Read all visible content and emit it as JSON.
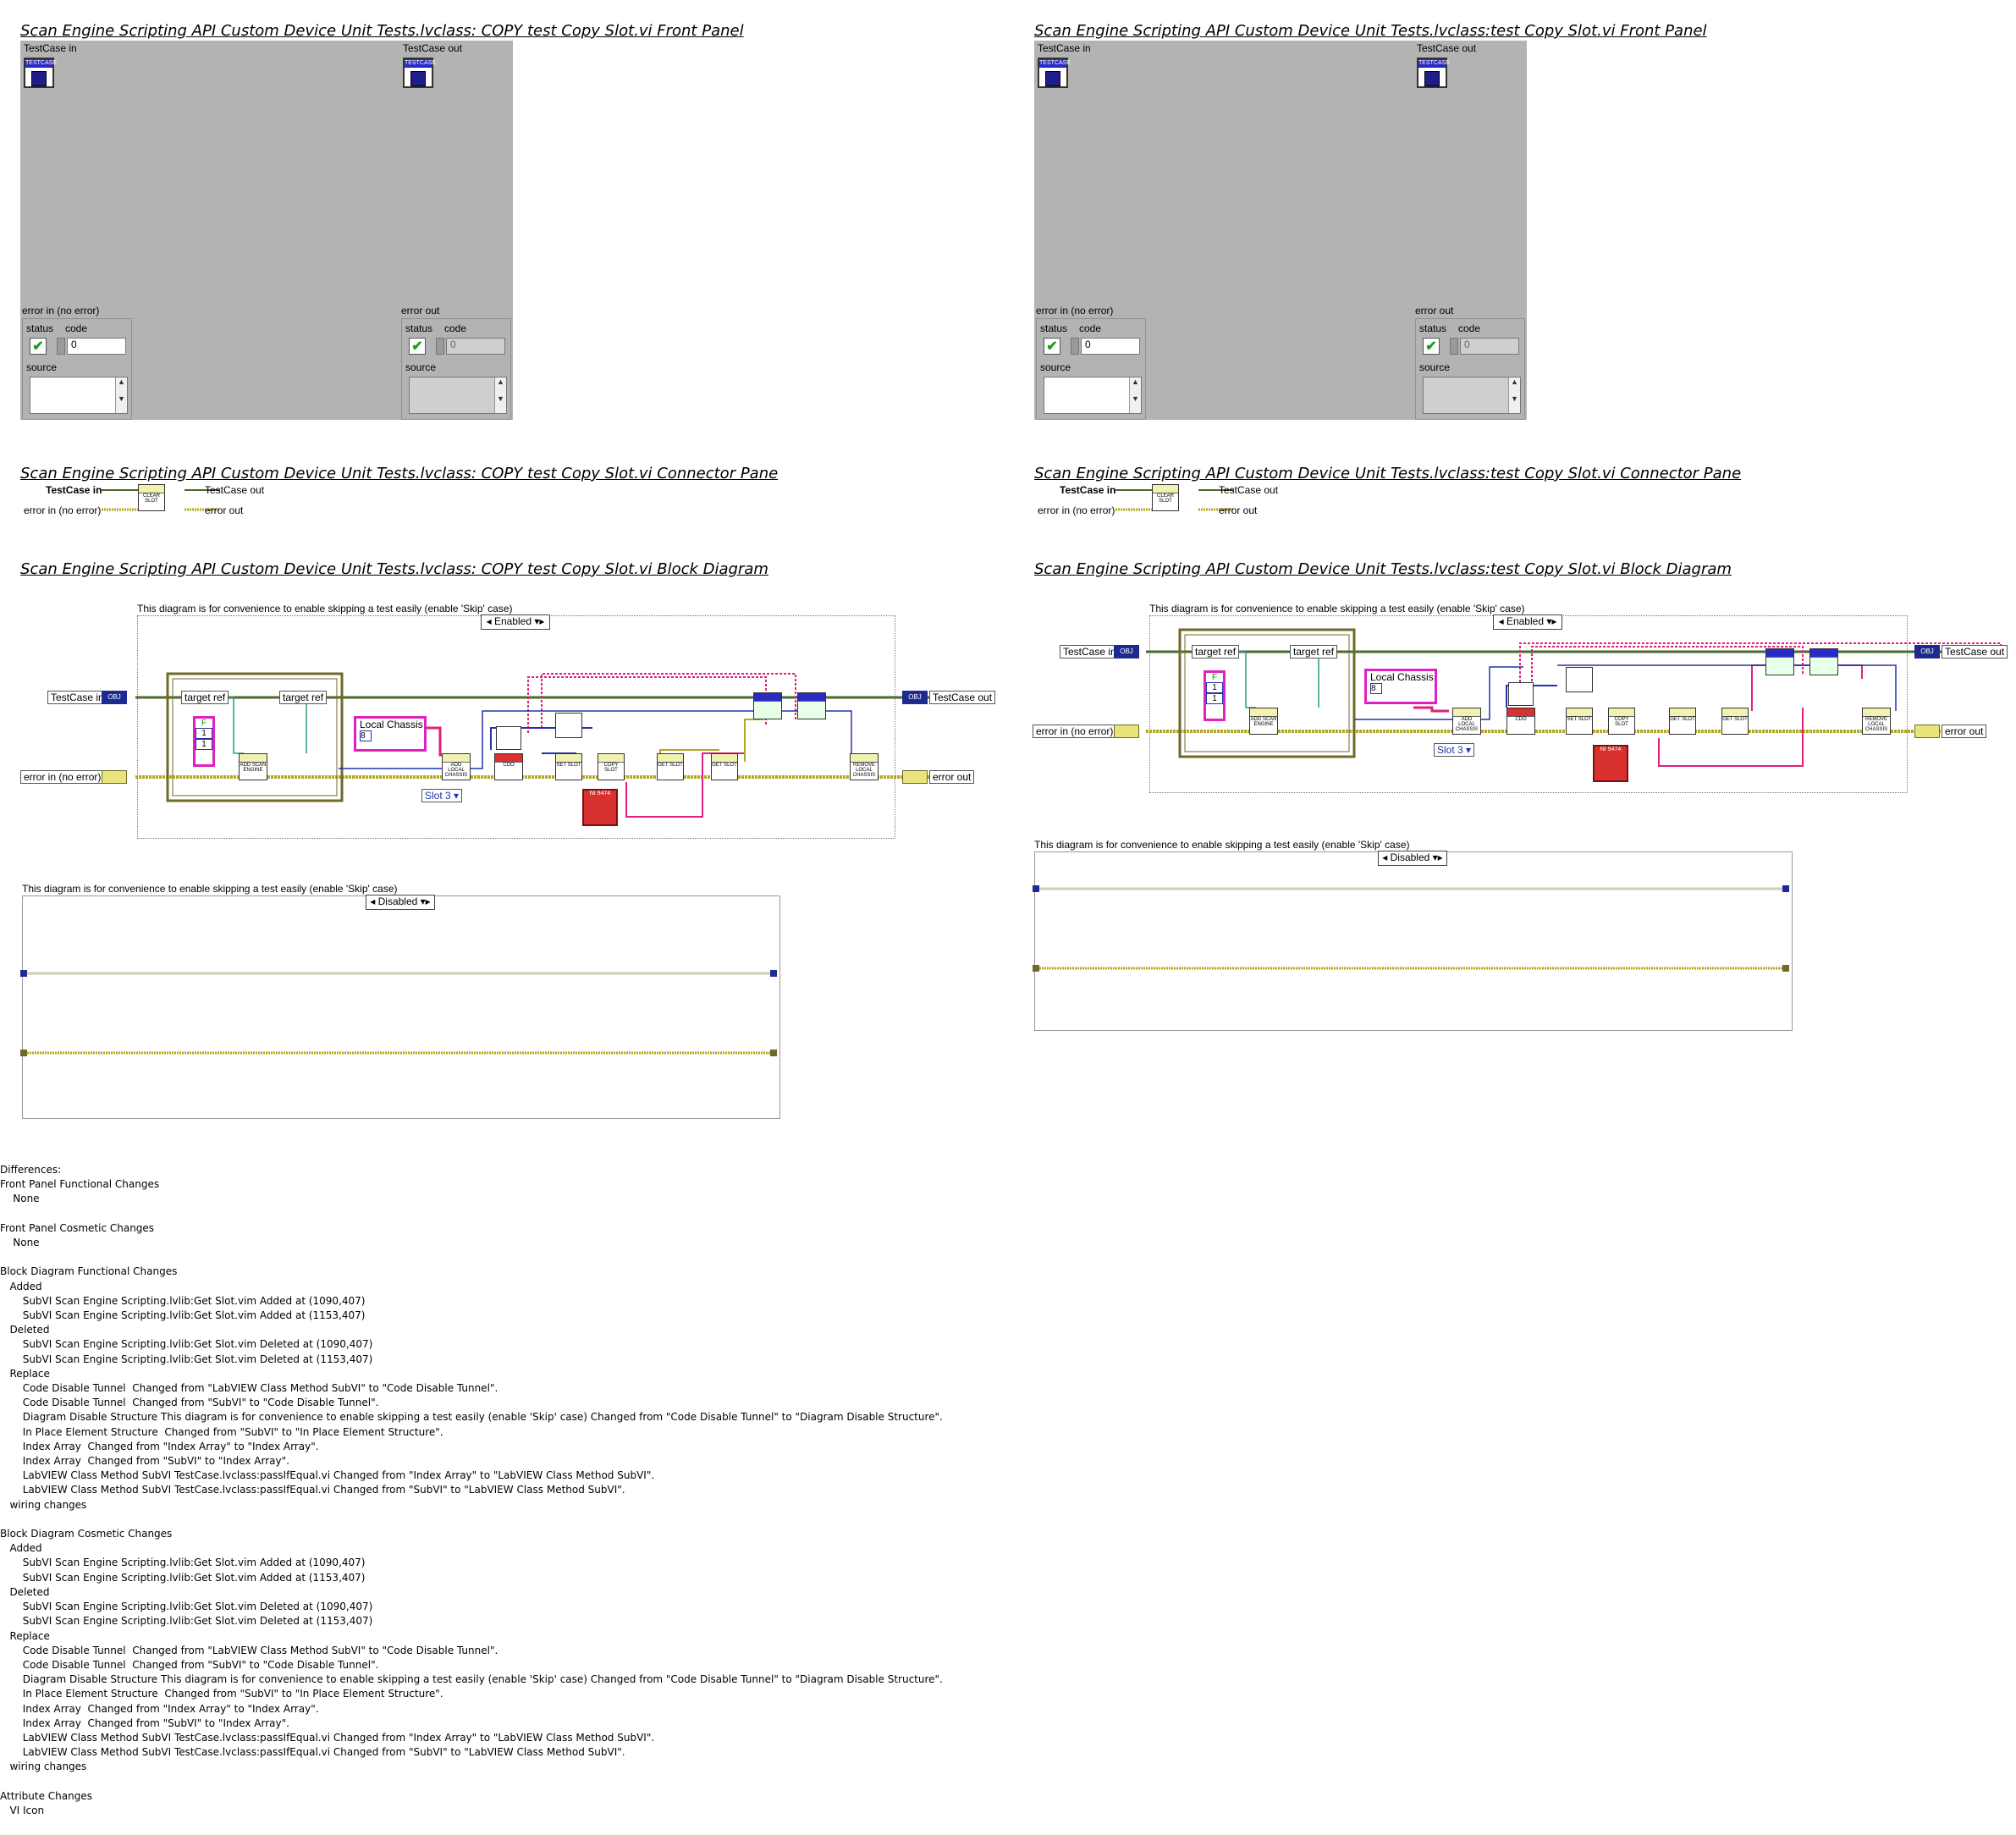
{
  "left": {
    "front_panel_title": "Scan Engine Scripting API Custom Device Unit Tests.lvclass:  COPY  test  Copy Slot.vi Front Panel",
    "connector_title": "Scan Engine Scripting API Custom Device Unit Tests.lvclass:  COPY  test  Copy Slot.vi Connector Pane",
    "block_title": "Scan Engine Scripting API Custom Device Unit Tests.lvclass:  COPY  test  Copy Slot.vi Block Diagram"
  },
  "right": {
    "front_panel_title": "Scan Engine Scripting API Custom Device Unit Tests.lvclass:test  Copy Slot.vi Front Panel",
    "connector_title": "Scan Engine Scripting API Custom Device Unit Tests.lvclass:test  Copy Slot.vi Connector Pane",
    "block_title": "Scan Engine Scripting API Custom Device Unit Tests.lvclass:test  Copy Slot.vi Block Diagram"
  },
  "front_panel": {
    "testcase_in": "TestCase in",
    "testcase_out": "TestCase out",
    "error_in": "error in (no error)",
    "error_out": "error out",
    "status": "status",
    "code": "code",
    "source": "source",
    "code_value": "0",
    "status_check": "✔",
    "icon_header": "TESTCASE"
  },
  "connector": {
    "testcase_in": "TestCase in",
    "testcase_out": "TestCase out",
    "error_in": "error in (no error)",
    "error_out": "error out",
    "icon_label": "CLEAR SLOT"
  },
  "block": {
    "comment": "This diagram is for convenience to enable skipping a test easily (enable 'Skip' case)",
    "enabled": "Enabled",
    "disabled": "Disabled",
    "testcase_in": "TestCase in",
    "testcase_out": "TestCase out",
    "error_in": "error in (no error)",
    "error_out": "error out",
    "target_ref": "target ref",
    "local_chassis": "Local Chassis",
    "slot": "Slot 3",
    "num_8": "8",
    "num_1": "1",
    "bool_f": "F",
    "obj": "OBJ",
    "add_scan_engine": "ADD SCAN ENGINE",
    "add_local_chassis": "ADD LOCAL CHASSIS",
    "cdo": "CDO",
    "set_slot": "SET SLOT",
    "copy_slot": "COPY SLOT",
    "get_slot": "GET SLOT",
    "remove_local_chassis": "REMOVE LOCAL CHASSIS",
    "ni9474": "NI 9474"
  },
  "differences": {
    "text": "Differences:\nFront Panel Functional Changes\n    None\n\nFront Panel Cosmetic Changes\n    None\n\nBlock Diagram Functional Changes\n   Added\n       SubVI Scan Engine Scripting.lvlib:Get Slot.vim Added at (1090,407)\n       SubVI Scan Engine Scripting.lvlib:Get Slot.vim Added at (1153,407)\n   Deleted\n       SubVI Scan Engine Scripting.lvlib:Get Slot.vim Deleted at (1090,407)\n       SubVI Scan Engine Scripting.lvlib:Get Slot.vim Deleted at (1153,407)\n   Replace\n       Code Disable Tunnel  Changed from \"LabVIEW Class Method SubVI\" to \"Code Disable Tunnel\".\n       Code Disable Tunnel  Changed from \"SubVI\" to \"Code Disable Tunnel\".\n       Diagram Disable Structure This diagram is for convenience to enable skipping a test easily (enable 'Skip' case) Changed from \"Code Disable Tunnel\" to \"Diagram Disable Structure\".\n       In Place Element Structure  Changed from \"SubVI\" to \"In Place Element Structure\".\n       Index Array  Changed from \"Index Array\" to \"Index Array\".\n       Index Array  Changed from \"SubVI\" to \"Index Array\".\n       LabVIEW Class Method SubVI TestCase.lvclass:passIfEqual.vi Changed from \"Index Array\" to \"LabVIEW Class Method SubVI\".\n       LabVIEW Class Method SubVI TestCase.lvclass:passIfEqual.vi Changed from \"SubVI\" to \"LabVIEW Class Method SubVI\".\n   wiring changes\n\nBlock Diagram Cosmetic Changes\n   Added\n       SubVI Scan Engine Scripting.lvlib:Get Slot.vim Added at (1090,407)\n       SubVI Scan Engine Scripting.lvlib:Get Slot.vim Added at (1153,407)\n   Deleted\n       SubVI Scan Engine Scripting.lvlib:Get Slot.vim Deleted at (1090,407)\n       SubVI Scan Engine Scripting.lvlib:Get Slot.vim Deleted at (1153,407)\n   Replace\n       Code Disable Tunnel  Changed from \"LabVIEW Class Method SubVI\" to \"Code Disable Tunnel\".\n       Code Disable Tunnel  Changed from \"SubVI\" to \"Code Disable Tunnel\".\n       Diagram Disable Structure This diagram is for convenience to enable skipping a test easily (enable 'Skip' case) Changed from \"Code Disable Tunnel\" to \"Diagram Disable Structure\".\n       In Place Element Structure  Changed from \"SubVI\" to \"In Place Element Structure\".\n       Index Array  Changed from \"Index Array\" to \"Index Array\".\n       Index Array  Changed from \"SubVI\" to \"Index Array\".\n       LabVIEW Class Method SubVI TestCase.lvclass:passIfEqual.vi Changed from \"Index Array\" to \"LabVIEW Class Method SubVI\".\n       LabVIEW Class Method SubVI TestCase.lvclass:passIfEqual.vi Changed from \"SubVI\" to \"LabVIEW Class Method SubVI\".\n   wiring changes\n\nAttribute Changes\n   VI Icon"
  },
  "colors": {
    "panel_bg": "#b3b3b3",
    "class_wire": "#4a6b2e",
    "error_wire": "#b3a81f",
    "ref_wire": "#2a9a8a",
    "pink_wire": "#e0207a",
    "blue_wire": "#2233aa"
  }
}
